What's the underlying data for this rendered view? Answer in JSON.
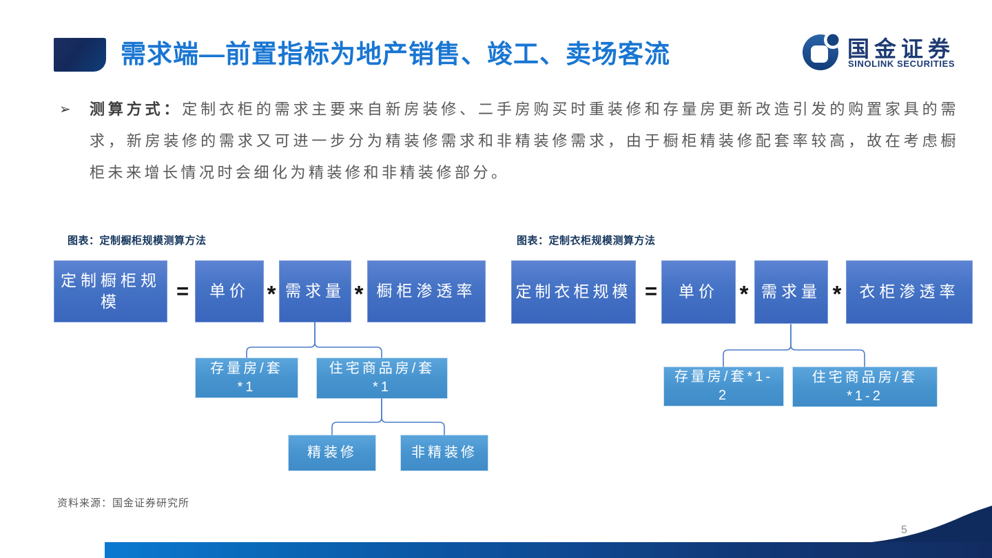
{
  "slide": {
    "title": "需求端—前置指标为地产销售、竣工、卖场客流",
    "page_number": "5",
    "source": "资料来源：国金证券研究所"
  },
  "logo": {
    "cn": "国金证券",
    "en": "SINOLINK SECURITIES"
  },
  "bullet": {
    "marker": "➢",
    "lead": "测算方式：",
    "text": "定制衣柜的需求主要来自新房装修、二手房购买时重装修和存量房更新改造引发的购置家具的需求，新房装修的需求又可进一步分为精装修需求和非精装修需求，由于橱柜精装修配套率较高，故在考虑橱柜未来增长情况时会细化为精装修和非精装修部分。"
  },
  "charts": [
    {
      "caption": "图表：定制橱柜规模测算方法",
      "formula": {
        "result": "定制橱柜规模",
        "eq": "=",
        "factor1": "单价",
        "times1": "*",
        "factor2": "需求量",
        "times2": "*",
        "factor3": "橱柜渗透率"
      },
      "level2": [
        {
          "line1": "存量房/套",
          "line2": "*1"
        },
        {
          "line1": "住宅商品房/套",
          "line2": "*1"
        }
      ],
      "level3": [
        {
          "line1": "精装修"
        },
        {
          "line1": "非精装修"
        }
      ]
    },
    {
      "caption": "图表：定制衣柜规模测算方法",
      "formula": {
        "result": "定制衣柜规模",
        "eq": "=",
        "factor1": "单价",
        "times1": "*",
        "factor2": "需求量",
        "times2": "*",
        "factor3": "衣柜渗透率"
      },
      "level2": [
        {
          "line1": "存量房/套*1-",
          "line2": "2"
        },
        {
          "line1": "住宅商品房/套",
          "line2": "*1-2"
        }
      ]
    }
  ],
  "colors": {
    "title_blue": "#1976d2",
    "accent_navy": "#14295b",
    "formula_box_blue": "#4472c4",
    "child_box_blue": "#4794cf",
    "footer_bar_left": "#0b79d1",
    "footer_bar_right": "#122c61"
  }
}
